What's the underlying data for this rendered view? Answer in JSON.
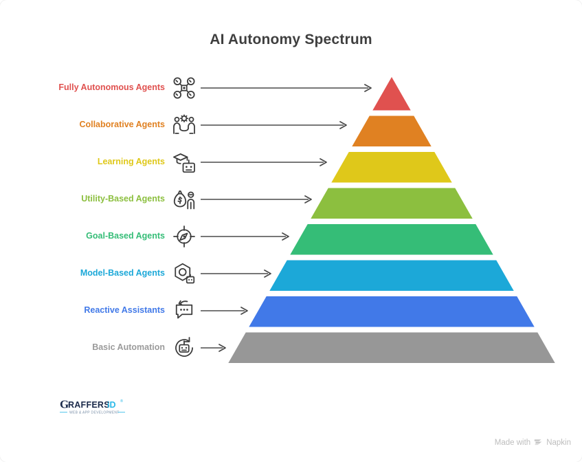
{
  "title": "AI Autonomy Spectrum",
  "watermark": {
    "prefix": "Made with",
    "brand": "Napkin",
    "mark_icon": "napkin-logo-icon"
  },
  "logo": {
    "name": "graffersid-logo",
    "wordmark_main": "RAFFERS",
    "wordmark_lead": "G",
    "wordmark_accent": "iD",
    "superscript": "®",
    "tagline": "WEB & APP DEVELOPMENT"
  },
  "chart_data": {
    "type": "pyramid",
    "title": "AI Autonomy Spectrum",
    "legend_position": "left",
    "orientation": "apex-top",
    "note": "Eight-level pyramid; level 1 is the apex (highest autonomy), level 8 is the base (lowest autonomy).",
    "levels": [
      {
        "rank": 1,
        "label": "Fully Autonomous Agents",
        "color": "#E0514F",
        "icon": "drone-icon",
        "arrow": "arrow-right-icon",
        "width_ratio": 0.1
      },
      {
        "rank": 2,
        "label": "Collaborative Agents",
        "color": "#E08122",
        "icon": "collaboration-people-gear-icon",
        "arrow": "arrow-right-icon",
        "width_ratio": 0.23
      },
      {
        "rank": 3,
        "label": "Learning Agents",
        "color": "#DFC81A",
        "icon": "graduation-cap-robot-icon",
        "arrow": "arrow-right-icon",
        "width_ratio": 0.36
      },
      {
        "rank": 4,
        "label": "Utility-Based Agents",
        "color": "#8CBF3F",
        "icon": "money-bag-person-icon",
        "arrow": "arrow-right-icon",
        "width_ratio": 0.49
      },
      {
        "rank": 5,
        "label": "Goal-Based Agents",
        "color": "#35BD77",
        "icon": "target-compass-icon",
        "arrow": "arrow-right-icon",
        "width_ratio": 0.62
      },
      {
        "rank": 6,
        "label": "Model-Based Agents",
        "color": "#1CA8D8",
        "icon": "hexagon-camera-robot-icon",
        "arrow": "arrow-right-icon",
        "width_ratio": 0.75
      },
      {
        "rank": 7,
        "label": "Reactive Assistants",
        "color": "#4179E8",
        "icon": "chat-bubble-reply-icon",
        "arrow": "arrow-right-icon",
        "width_ratio": 0.88
      },
      {
        "rank": 8,
        "label": "Basic Automation",
        "color": "#979797",
        "icon": "robot-refresh-icon",
        "arrow": "arrow-right-icon",
        "width_ratio": 1.0
      }
    ]
  }
}
